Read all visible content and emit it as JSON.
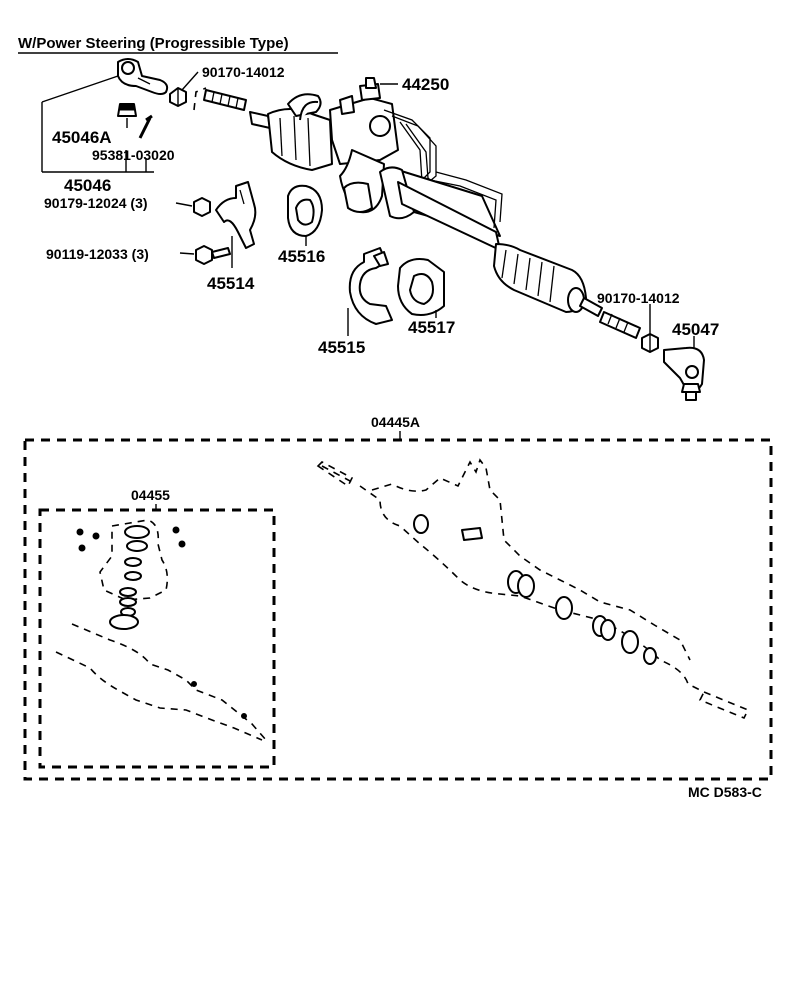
{
  "diagram": {
    "title": "W/Power Steering (Progressible Type)",
    "drawing_code": "MC D583-C",
    "parts": {
      "nut_left": "90170-14012",
      "steering_gear": "44250",
      "tie_rod_end_boot": "45046A",
      "cotter_pin": "95381-03020",
      "tie_rod_end_left": "45046",
      "bolt_1": "90179-12024",
      "bolt_1_qty": "(3)",
      "bolt_2": "90119-12033",
      "bolt_2_qty": "(3)",
      "bracket_1": "45514",
      "grommet_1": "45516",
      "bracket_2": "45515",
      "grommet_2": "45517",
      "nut_right": "90170-14012",
      "tie_rod_end_right": "45047",
      "gasket_kit": "04445A",
      "valve_kit": "04455"
    }
  }
}
